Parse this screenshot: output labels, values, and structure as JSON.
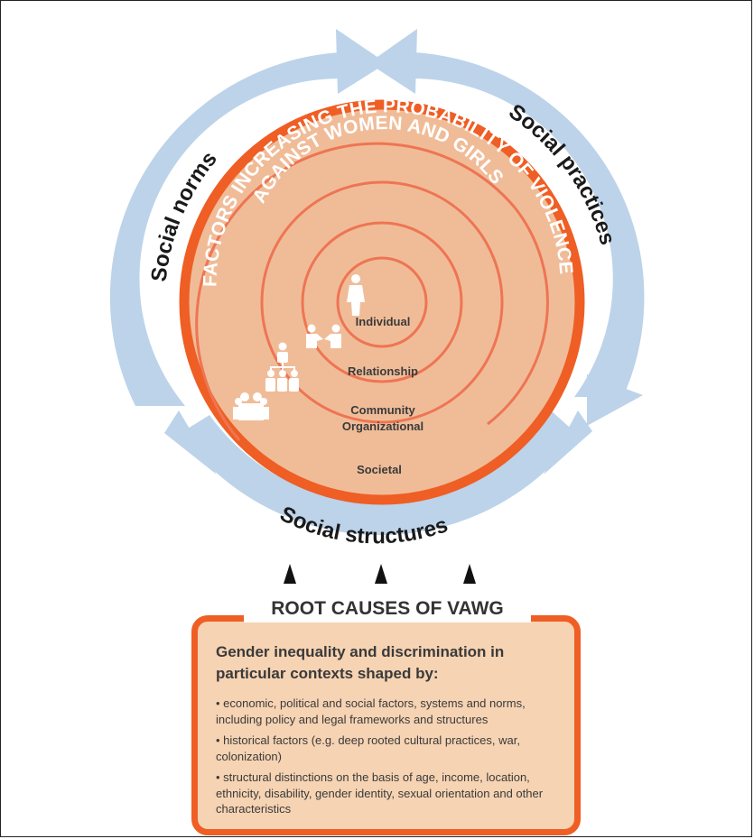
{
  "arrows": {
    "left_label": "Social norms",
    "right_label": "Social practices",
    "bottom_label": "Social structures"
  },
  "circle": {
    "title_line1": "FACTORS INCREASING THE PROBABILITY OF VIOLENCE",
    "title_line2": "AGAINST WOMEN AND GIRLS",
    "levels": {
      "individual": "Individual",
      "relationship": "Relationship",
      "community_line1": "Community",
      "community_line2": "Organizational",
      "societal": "Societal"
    }
  },
  "root_causes": {
    "title": "ROOT CAUSES OF VAWG",
    "heading": "Gender inequality and discrimination in particular contexts shaped by:",
    "bullets": [
      "• economic, political and social factors, systems and norms, including policy and legal frameworks and structures",
      "• historical factors (e.g. deep rooted cultural practices, war, colonization)",
      "• structural distinctions on the basis of age, income, location, ethnicity, disability, gender identity, sexual orientation and other characteristics"
    ]
  },
  "colors": {
    "arrow_blue": "#bcd3ea",
    "ring_orange": "#ef5e24",
    "inner_ring": "#ee7553",
    "circle_fill": "#f0bc98",
    "box_fill": "#f6d3b3"
  },
  "icons": [
    "woman-icon",
    "handshake-icon",
    "org-chart-icon",
    "group-icon",
    "up-arrow-icon"
  ]
}
